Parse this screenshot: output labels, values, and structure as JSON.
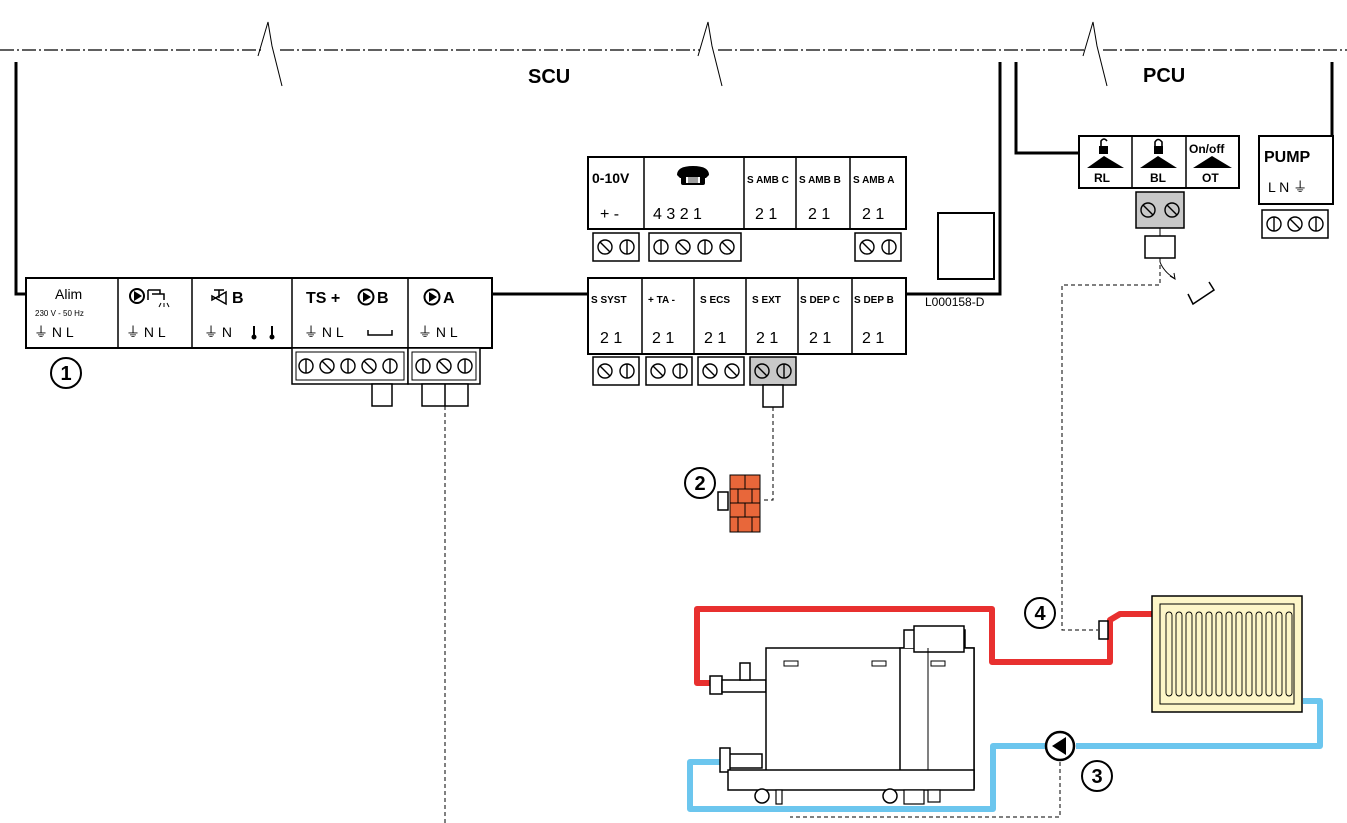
{
  "labels": {
    "scu": "SCU",
    "pcu": "PCU",
    "ref": "L000158-D",
    "alim": "Alim",
    "alim_spec": "230 V - 50 Hz",
    "b": "B",
    "ts_b": "TS + ",
    "a": "A",
    "v010": "0-10V",
    "pump": "PUMP",
    "on_off": "On/off",
    "rl": "RL",
    "bl": "BL",
    "ot": "OT"
  },
  "terminal_blocks": {
    "top": [
      "S AMB C",
      "S AMB B",
      "S AMB A"
    ],
    "top_pins": {
      "v010": "+  -",
      "phone": "4  3  2  1",
      "amb_c": "2  1",
      "amb_b": "2  1",
      "amb_a": "2  1"
    },
    "bottom": [
      "S SYST",
      "+ TA -",
      "S ECS",
      "S EXT",
      "S DEP C",
      "S DEP B"
    ],
    "bottom_pins": "2  1",
    "pump_pins": "L  N  ⏚"
  },
  "power_pins": {
    "alim": "⏚ N  L",
    "dhw": "⏚ N  L",
    "valve": "⏚  N",
    "ts": "⏚ N  L",
    "a": "⏚ N  L"
  },
  "callouts": [
    "1",
    "2",
    "3",
    "4"
  ],
  "icons": [
    "pump-icon",
    "tap-icon",
    "valve-icon",
    "phone-icon",
    "padlock-open-icon",
    "padlock-closed-icon",
    "outdoor-sensor-icon",
    "boiler-icon",
    "radiator-icon",
    "circulator-icon"
  ],
  "colors": {
    "flow": "#e8302f",
    "return": "#6cc6ee",
    "wall": "#e8673a",
    "radiator": "#fdf6c8",
    "sensor_terminal": "#c8c8c8"
  }
}
